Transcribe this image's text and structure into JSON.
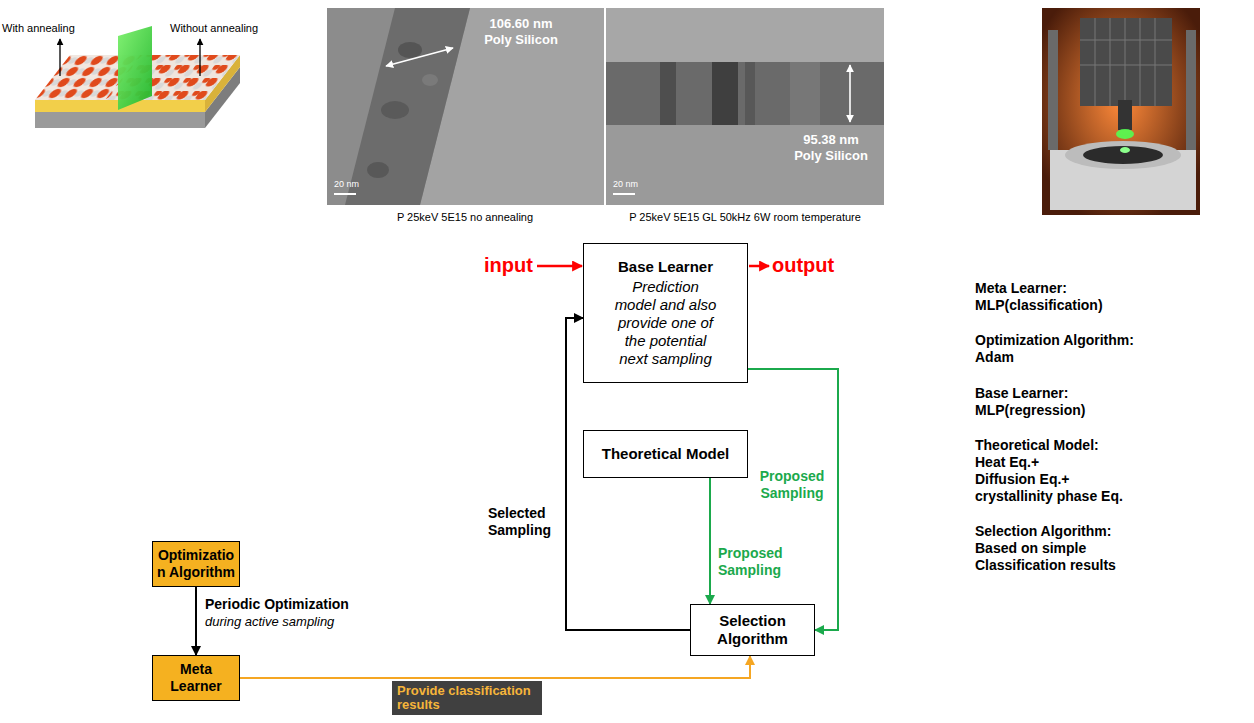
{
  "diagram": {
    "nodes": [
      {
        "text": [
          "Base Learner",
          "Prediction model and also provide one of the potential next sampling"
        ]
      },
      {
        "text": [
          "Theoretical Model"
        ]
      },
      {
        "text": [
          "Optimizatio n Algorithm"
        ]
      },
      {
        "text": [
          "Selection Algorithm"
        ]
      },
      {
        "text": [
          "Meta Learner"
        ]
      }
    ],
    "edges": [
      {
        "from": 0,
        "to": 3,
        "arrow": "to",
        "label": "Proposed Sampling"
      },
      {
        "from": 1,
        "to": 3,
        "arrow": "to",
        "label": "Proposed Sampling"
      },
      {
        "from": 3,
        "to": 0,
        "arrow": "to",
        "label": "Selected Sampling"
      },
      {
        "from": 2,
        "to": 4,
        "arrow": "to",
        "label": "Periodic Optimization"
      },
      {
        "from": 4,
        "to": 3,
        "arrow": "to",
        "label": "Provide classification results"
      }
    ],
    "labels": [
      "With annealing",
      "Without annealing",
      "106.60 nm Poly Silicon",
      "20 nm",
      "95.38 nm Poly Silicon",
      "20 nm",
      "P 25keV 5E15 no annealing",
      "P 25keV 5E15 GL 50kHz 6W room temperature",
      "input",
      "output",
      "during active sampling",
      "Meta Learner:",
      "MLP(classification)",
      "Optimization Algorithm:",
      "Adam",
      "Base Learner:",
      "MLP(regression)",
      "Theoretical Model:",
      "Heat Eq.+",
      "Diffusion Eq.+",
      "crystallinity phase Eq.",
      "Selection Algorithm:",
      "Based on simple",
      "Classification results"
    ]
  }
}
